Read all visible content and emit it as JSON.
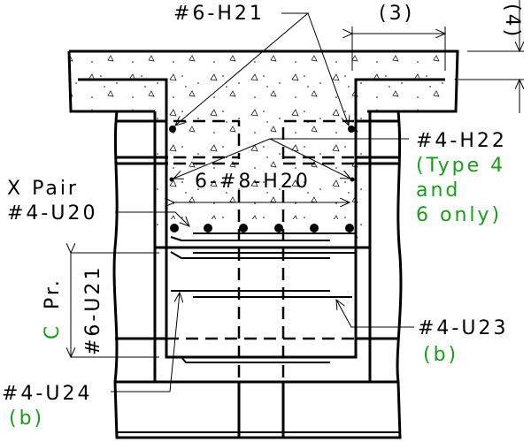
{
  "labels": {
    "h21": "#6-H21",
    "dim3": "(3)",
    "dim4": "(4)",
    "h22": "#4-H22",
    "h22_note_1": "(Type 4",
    "h22_note_2": "and",
    "h22_note_3": "6 only)",
    "x_pair": "X Pair",
    "u20": "#4-U20",
    "h20": "6-#8-H20",
    "c_letter": "C",
    "pr": "Pr.",
    "u21": "#6-U21",
    "u23": "#4-U23",
    "u23_note": "(b)",
    "u24": "#4-U24",
    "u24_note": "(b)"
  },
  "colors": {
    "note": "#1a9c1a",
    "line": "#000000"
  }
}
